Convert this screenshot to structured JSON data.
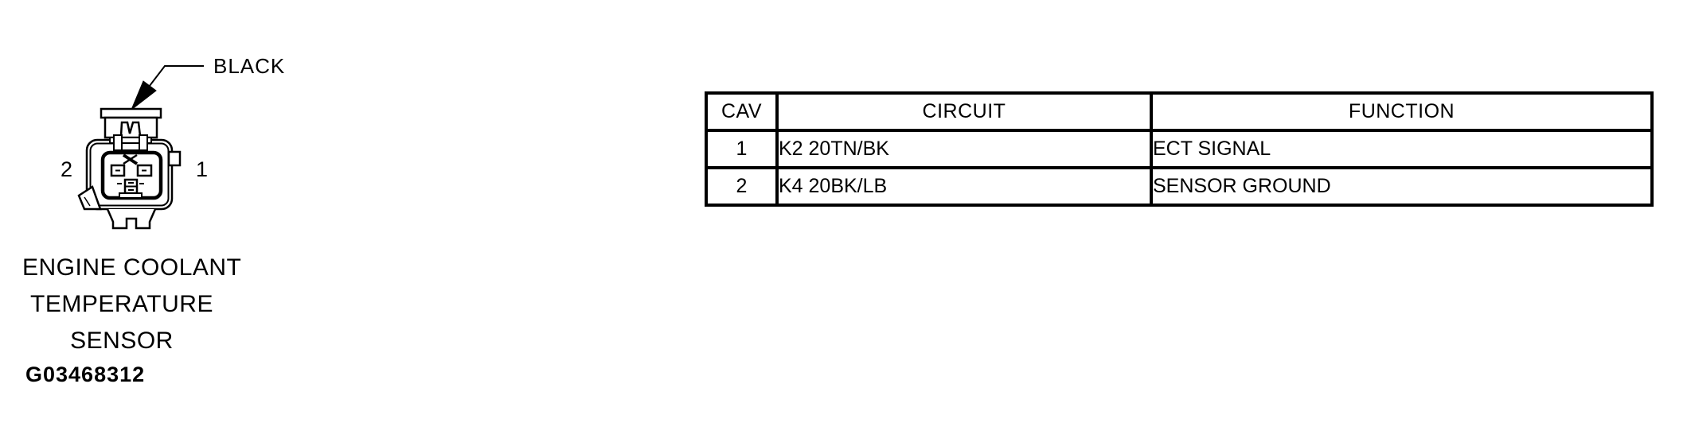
{
  "diagram": {
    "color_label": "BLACK",
    "pin_left_label": "2",
    "pin_right_label": "1",
    "caption_lines": [
      "ENGINE COOLANT",
      "TEMPERATURE",
      "SENSOR"
    ],
    "figure_id": "G03468312"
  },
  "pinout_table": {
    "headers": [
      "CAV",
      "CIRCUIT",
      "FUNCTION"
    ],
    "rows": [
      {
        "cav": "1",
        "circuit": "K2 20TN/BK",
        "function": "ECT SIGNAL"
      },
      {
        "cav": "2",
        "circuit": "K4 20BK/LB",
        "function": "SENSOR GROUND"
      }
    ]
  },
  "colors": {
    "ink": "#000000",
    "background": "#ffffff"
  }
}
